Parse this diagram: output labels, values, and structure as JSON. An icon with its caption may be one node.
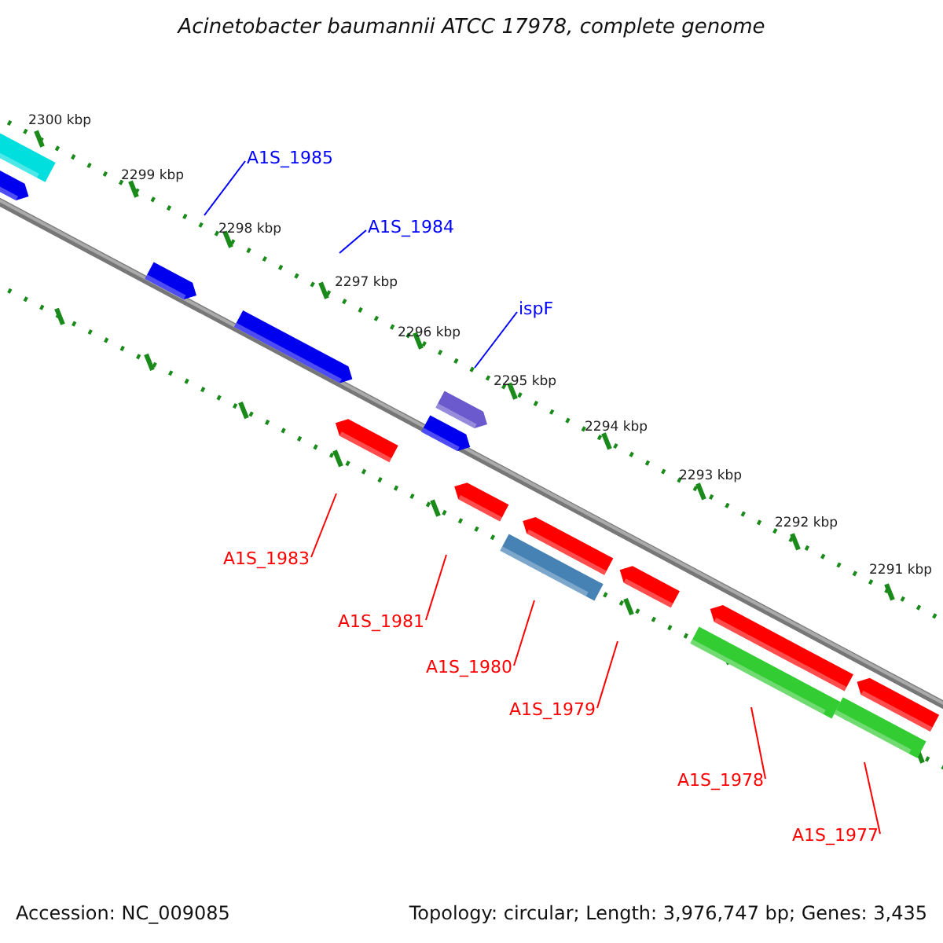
{
  "diagram": {
    "title": "Acinetobacter baumannii ATCC 17978, complete genome",
    "nodes": [
      {
        "text": [
          "A1S_1985"
        ]
      },
      {
        "text": [
          "A1S_1984"
        ]
      },
      {
        "text": [
          "ispF"
        ]
      },
      {
        "text": [
          "A1S_1983"
        ]
      },
      {
        "text": [
          "A1S_1981"
        ]
      },
      {
        "text": [
          "A1S_1980"
        ]
      },
      {
        "text": [
          "A1S_1979"
        ]
      },
      {
        "text": [
          "A1S_1978"
        ]
      },
      {
        "text": [
          "A1S_1977"
        ]
      }
    ],
    "edges": [
      {
        "from": 0,
        "to": null,
        "arrow": "none",
        "color": "#0000ff"
      },
      {
        "from": 1,
        "to": null,
        "arrow": "none",
        "color": "#0000ff"
      },
      {
        "from": 2,
        "to": null,
        "arrow": "none",
        "color": "#0000ff"
      },
      {
        "from": 3,
        "to": null,
        "arrow": "none"
      },
      {
        "from": 4,
        "to": null,
        "arrow": "none"
      },
      {
        "from": 5,
        "to": null,
        "arrow": "none"
      },
      {
        "from": 6,
        "to": null,
        "arrow": "none"
      },
      {
        "from": 7,
        "to": null,
        "arrow": "none"
      },
      {
        "from": 8,
        "to": null,
        "arrow": "none"
      }
    ],
    "labels": [
      "2300 kbp",
      "2299 kbp",
      "2298 kbp",
      "2297 kbp",
      "2296 kbp",
      "2295 kbp",
      "2294 kbp",
      "2293 kbp",
      "2292 kbp",
      "2291 kbp",
      "Accession: NC_009085",
      "Topology: circular; Length: 3,976,747 bp; Genes: 3,435"
    ]
  }
}
